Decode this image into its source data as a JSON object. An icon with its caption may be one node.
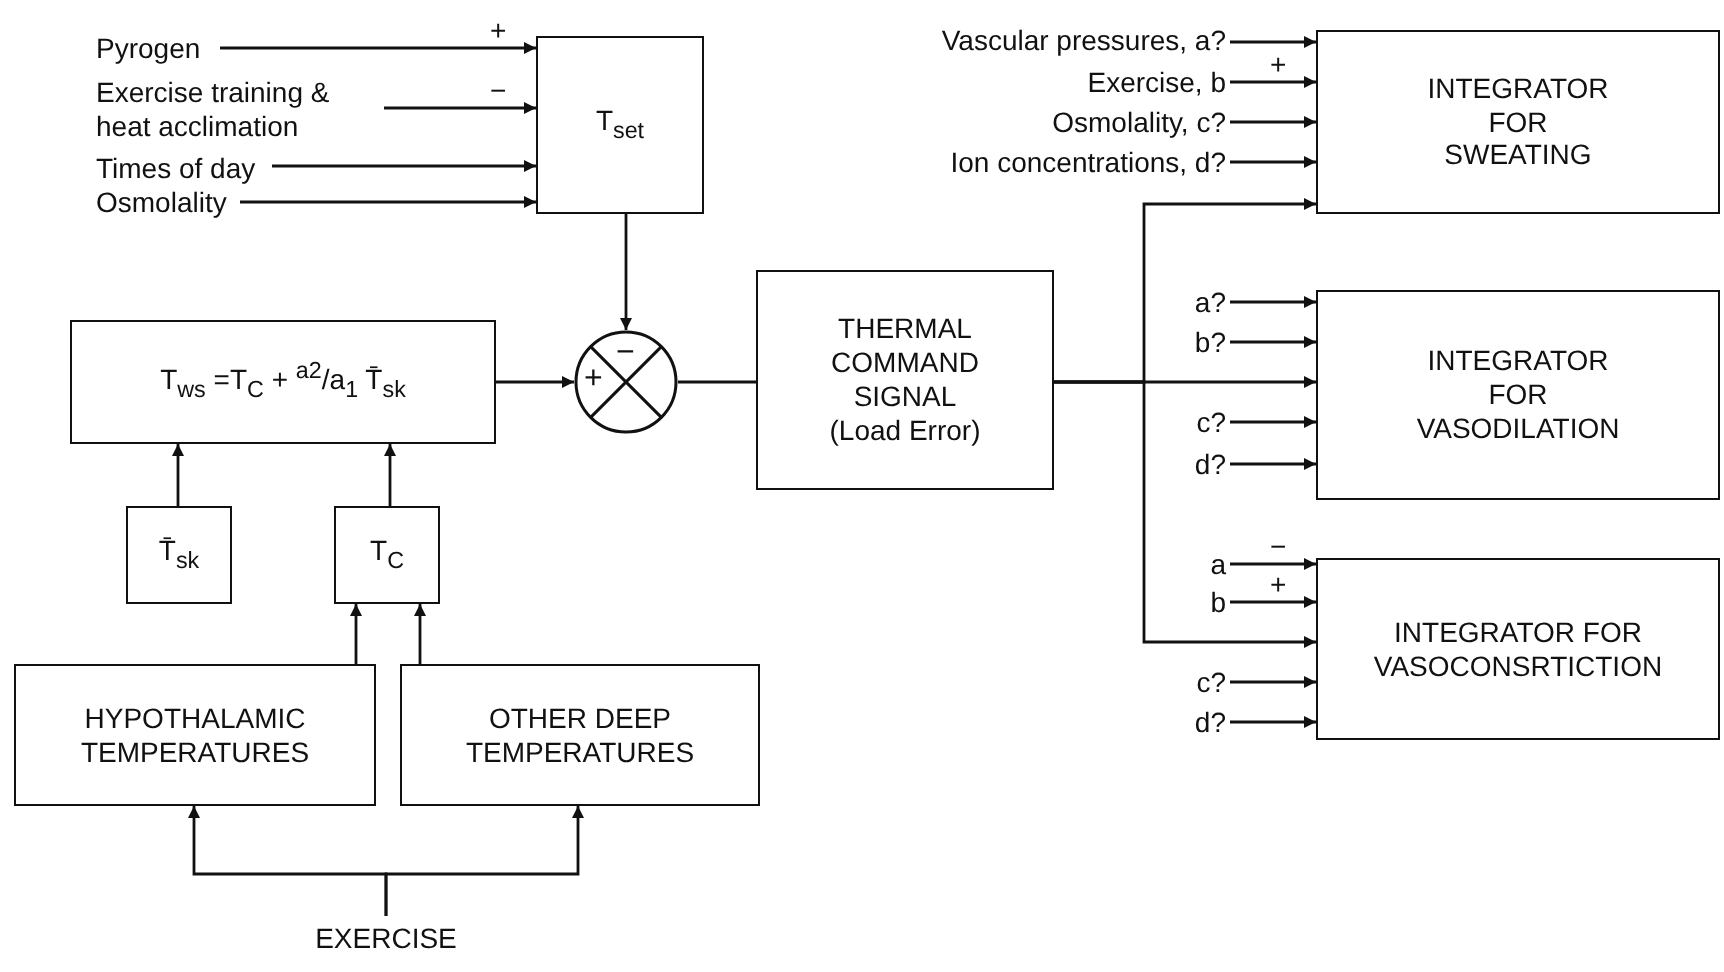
{
  "diagram": {
    "nodes": [
      {
        "text": [
          "Pyrogen"
        ]
      },
      {
        "text": [
          "Exercise training & heat acclimation"
        ]
      },
      {
        "text": [
          "Times of day"
        ]
      },
      {
        "text": [
          "Osmolality"
        ]
      },
      {
        "text": [
          "T$_{set}$"
        ]
      },
      {
        "text": [
          "−",
          "+"
        ]
      },
      {
        "text": [
          "T$_{ws}$ =T$_{C}$ + $^{a2}$/a$_{1}$ T̄$_{sk}$"
        ]
      },
      {
        "text": [
          "T̄$_{sk}$"
        ]
      },
      {
        "text": [
          "T$_{C}$"
        ]
      },
      {
        "text": [
          "HYPOTHALAMIC TEMPERATURES"
        ]
      },
      {
        "text": [
          "OTHER DEEP TEMPERATURES"
        ]
      },
      {
        "text": [
          "EXERCISE"
        ]
      },
      {
        "text": [
          "THERMAL COMMAND SIGNAL (Load Error)"
        ]
      },
      {
        "text": [
          "Vascular pressures, a?"
        ]
      },
      {
        "text": [
          "Exercise, b"
        ]
      },
      {
        "text": [
          "Osmolality, c?"
        ]
      },
      {
        "text": [
          "Ion concentrations, d?"
        ]
      },
      {
        "text": [
          "INTEGRATOR FOR SWEATING"
        ]
      },
      {
        "text": [
          "a?"
        ]
      },
      {
        "text": [
          "b?"
        ]
      },
      {
        "text": [
          "c?"
        ]
      },
      {
        "text": [
          "d?"
        ]
      },
      {
        "text": [
          "INTEGRATOR FOR VASODILATION"
        ]
      },
      {
        "text": [
          "a"
        ]
      },
      {
        "text": [
          "b"
        ]
      },
      {
        "text": [
          "c?"
        ]
      },
      {
        "text": [
          "d?"
        ]
      },
      {
        "text": [
          "INTEGRATOR FOR VASOCONSRTICTION"
        ]
      }
    ],
    "edges": [
      {
        "from": 0,
        "to": 4,
        "arrow": "to",
        "label": "+"
      },
      {
        "from": 1,
        "to": 4,
        "arrow": "to",
        "label": "−"
      },
      {
        "from": 2,
        "to": 4,
        "arrow": "to"
      },
      {
        "from": 3,
        "to": 4,
        "arrow": "to"
      },
      {
        "from": 4,
        "to": 5,
        "arrow": "to"
      },
      {
        "from": 6,
        "to": 5,
        "arrow": "to"
      },
      {
        "from": 7,
        "to": 6,
        "arrow": "to"
      },
      {
        "from": 8,
        "to": 6,
        "arrow": "to"
      },
      {
        "from": 9,
        "to": 8,
        "arrow": "to"
      },
      {
        "from": 10,
        "to": 8,
        "arrow": "to"
      },
      {
        "from": 11,
        "to": 9,
        "arrow": "to"
      },
      {
        "from": 11,
        "to": 10,
        "arrow": "to"
      },
      {
        "from": 5,
        "to": 12,
        "arrow": "none"
      },
      {
        "from": 12,
        "to": 17,
        "arrow": "to"
      },
      {
        "from": 12,
        "to": 22,
        "arrow": "to"
      },
      {
        "from": 12,
        "to": 27,
        "arrow": "to"
      },
      {
        "from": 13,
        "to": 17,
        "arrow": "to"
      },
      {
        "from": 14,
        "to": 17,
        "arrow": "to",
        "label": "+"
      },
      {
        "from": 15,
        "to": 17,
        "arrow": "to"
      },
      {
        "from": 16,
        "to": 17,
        "arrow": "to"
      },
      {
        "from": 18,
        "to": 22,
        "arrow": "to"
      },
      {
        "from": 19,
        "to": 22,
        "arrow": "to"
      },
      {
        "from": 20,
        "to": 22,
        "arrow": "to"
      },
      {
        "from": 21,
        "to": 22,
        "arrow": "to"
      },
      {
        "from": 23,
        "to": 27,
        "arrow": "to",
        "label": "−"
      },
      {
        "from": 24,
        "to": 27,
        "arrow": "to",
        "label": "+"
      },
      {
        "from": 25,
        "to": 27,
        "arrow": "to"
      },
      {
        "from": 26,
        "to": 27,
        "arrow": "to"
      }
    ]
  }
}
